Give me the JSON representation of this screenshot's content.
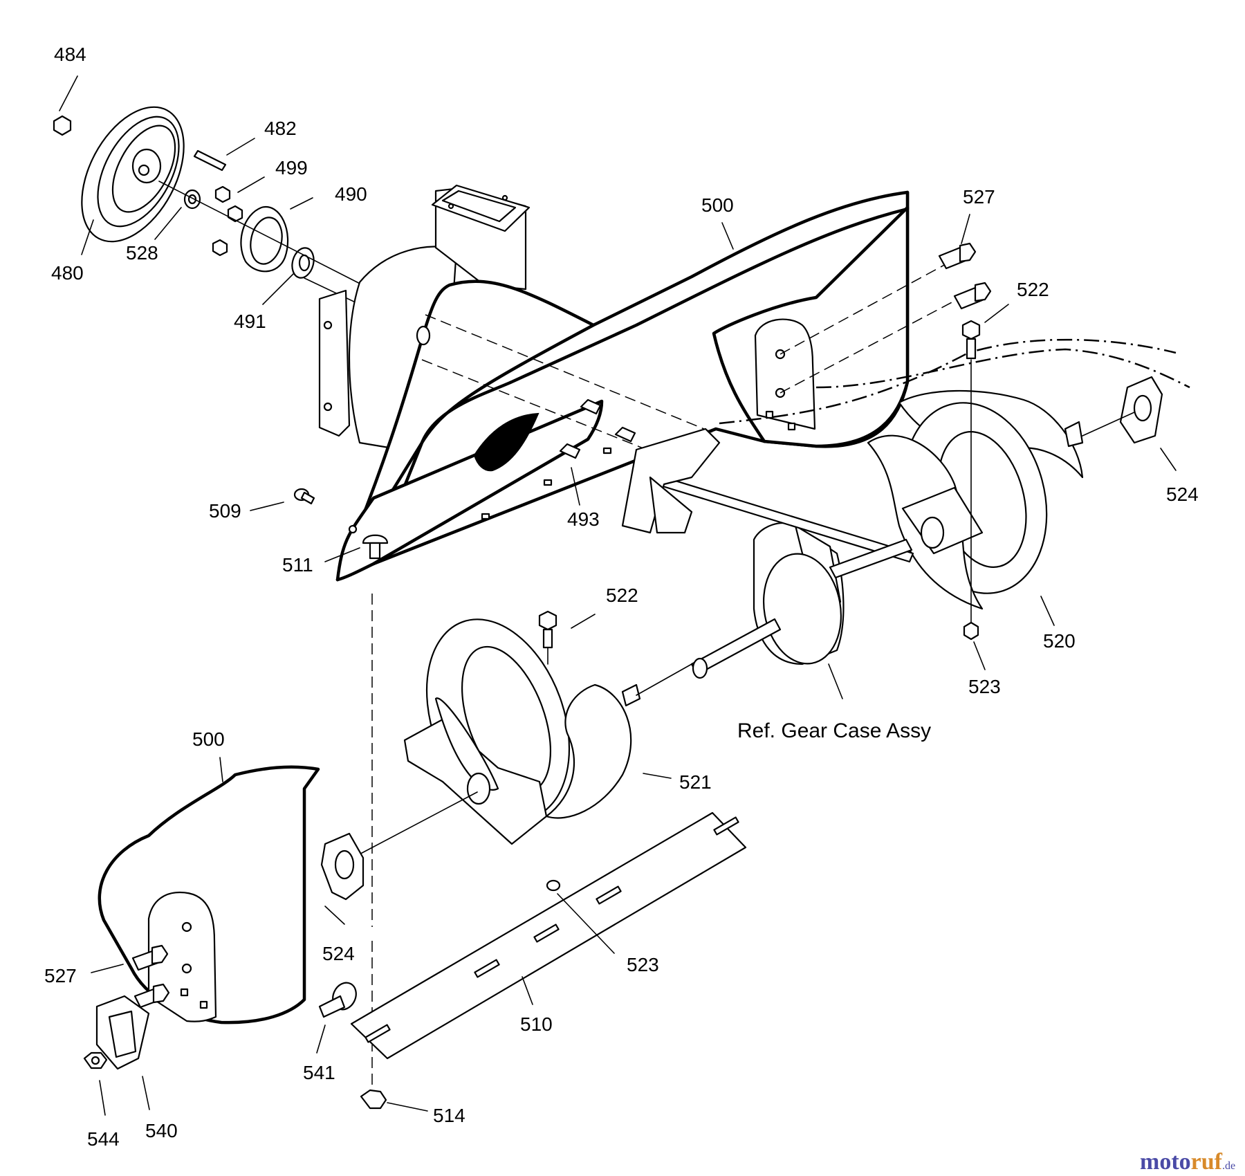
{
  "labels": {
    "p484": "484",
    "p482": "482",
    "p499": "499",
    "p490": "490",
    "p480": "480",
    "p528": "528",
    "p491": "491",
    "p500_top": "500",
    "p527_top": "527",
    "p522_top": "522",
    "p509": "509",
    "p511": "511",
    "p493": "493",
    "p524_right": "524",
    "p522_mid": "522",
    "p520": "520",
    "p523_right": "523",
    "p500_bottom": "500",
    "p521": "521",
    "p524_left": "524",
    "p527_bottom": "527",
    "p523_mid": "523",
    "p510": "510",
    "p541": "541",
    "p544": "544",
    "p540": "540",
    "p514": "514"
  },
  "note": "Ref. Gear Case Assy",
  "watermark": {
    "brand": "moto",
    "brand_accent": "ruf",
    "suffix": ".de"
  }
}
